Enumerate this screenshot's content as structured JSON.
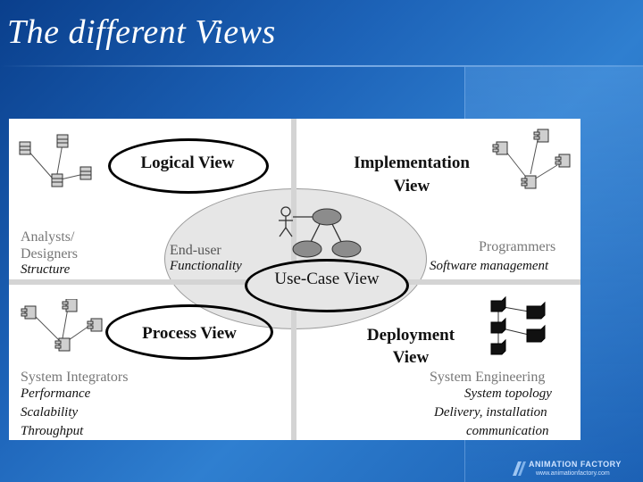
{
  "slide": {
    "title": "The different Views"
  },
  "views": {
    "logical": {
      "title": "Logical View"
    },
    "implementation": {
      "title_line1": "Implementation",
      "title_line2": "View"
    },
    "process": {
      "title": "Process View"
    },
    "deployment": {
      "title_line1": "Deployment",
      "title_line2": "View"
    },
    "usecase": {
      "title": "Use-Case View"
    }
  },
  "stakeholders": {
    "analysts": {
      "role_line1": "Analysts/",
      "role_line2": "Designers",
      "concern": "Structure"
    },
    "enduser": {
      "role": "End-user",
      "concern": "Functionality"
    },
    "programmers": {
      "role": "Programmers",
      "concern": "Software management"
    },
    "integrators": {
      "role": "System Integrators",
      "concerns": [
        "Performance",
        "Scalability",
        "Throughput"
      ]
    },
    "engineering": {
      "role": "System Engineering",
      "concerns": [
        "System topology",
        "Delivery, installation",
        "communication"
      ]
    }
  },
  "logo": {
    "name": "ANIMATION FACTORY",
    "url": "www.animationfactory.com"
  },
  "icons": [
    "class-package-icon",
    "component-icon",
    "actor-icon",
    "use-case-icon",
    "node-icon",
    "animation-factory-logo-icon"
  ]
}
